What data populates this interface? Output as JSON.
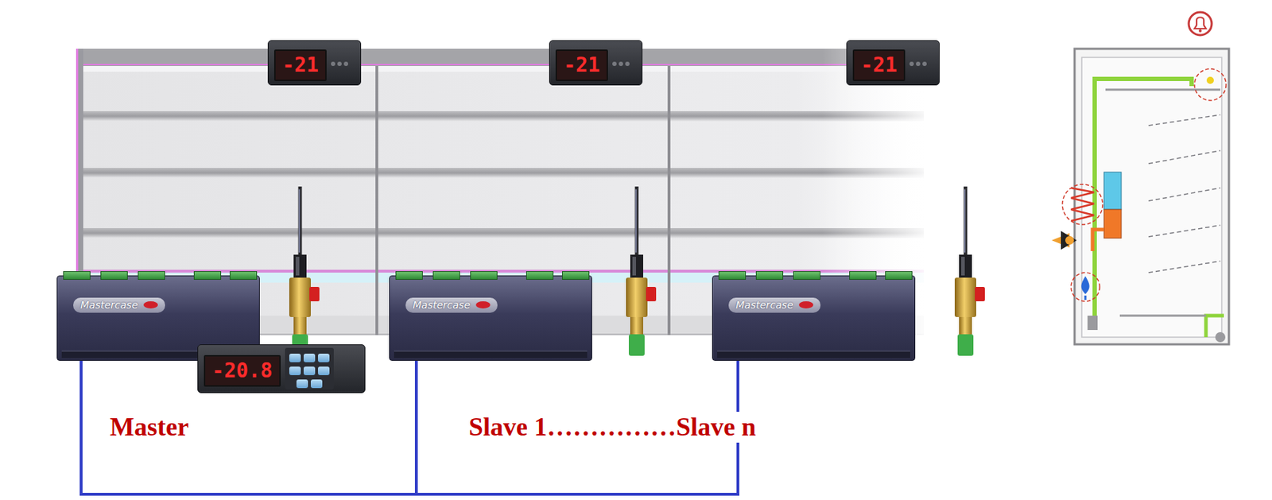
{
  "diagram": {
    "nodes": [
      {
        "text": [
          "-21"
        ]
      },
      {
        "text": [
          "-21"
        ]
      },
      {
        "text": [
          "-21"
        ]
      },
      {
        "text": [
          "Mastercase"
        ]
      },
      {
        "text": [
          "Mastercase"
        ]
      },
      {
        "text": [
          "Mastercase"
        ]
      },
      {
        "text": [
          "-20.8"
        ]
      }
    ],
    "edges": [
      {
        "from": 3,
        "to": 4,
        "arrow": "none"
      },
      {
        "from": 4,
        "to": 5,
        "arrow": "none"
      }
    ],
    "labels": [
      "Master",
      "Slave 1……………Slave n"
    ]
  }
}
